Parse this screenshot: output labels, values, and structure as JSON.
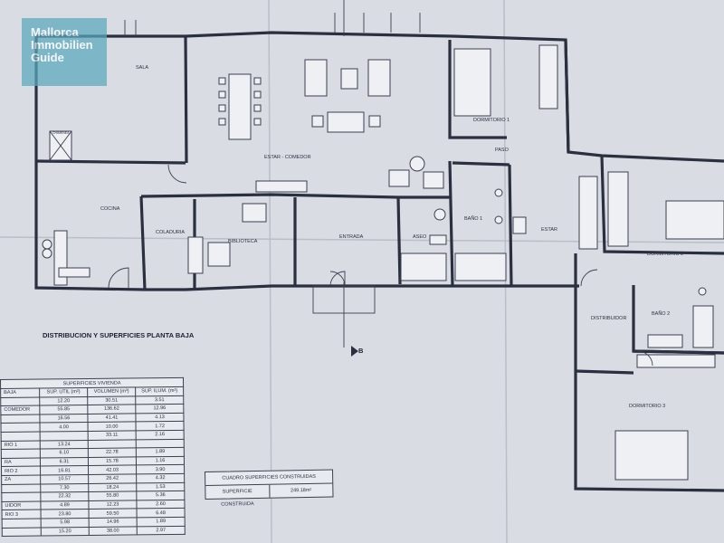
{
  "logo": {
    "lines": [
      "Mallorca",
      "Immobilien",
      "Guide"
    ]
  },
  "plan": {
    "title": "DISTRIBUCION Y SUPERFICIES PLANTA BAJA",
    "section_mark": "B",
    "rooms": {
      "sala": "SALA",
      "estar_comedor": "ESTAR - COMEDOR",
      "dormitorio1": "DORMITORIO 1",
      "paso": "PASO",
      "cocina": "COCINA",
      "coladuria": "COLADURIA",
      "biblioteca": "BIBLIOTECA",
      "entrada": "ENTRADA",
      "aseo": "ASEO",
      "bano1": "BAÑO 1",
      "estar": "ESTAR",
      "dormitorio2": "DORMITORIO 2",
      "distribuidor": "DISTRIBUIDOR",
      "bano2": "BAÑO 2",
      "dormitorio3": "DORMITORIO 3",
      "chimenea": "CHIMENEA"
    }
  },
  "surfaces": {
    "caption": "SUPERFICIES VIVIENDA",
    "headers": [
      "BAJA",
      "SUP. UTIL (m²)",
      "VOLUMEN (m³)",
      "SUP. ILUM. (m²)"
    ],
    "rows": [
      [
        "",
        "12.20",
        "30.51",
        "3.51"
      ],
      [
        "COMEDOR",
        "55.85",
        "136.62",
        "12.96"
      ],
      [
        "",
        "16.56",
        "41.41",
        "4.13"
      ],
      [
        "",
        "4.00",
        "10.00",
        "1.72"
      ],
      [
        "",
        "",
        "33.11",
        "2.16"
      ],
      [
        "RIO 1",
        "13.24",
        "",
        ""
      ],
      [
        "",
        "6.10",
        "22.78",
        "1.89"
      ],
      [
        "RA",
        "6.31",
        "15.78",
        "1.16"
      ],
      [
        "RIO 2",
        "16.81",
        "42.03",
        "3.90"
      ],
      [
        "ZA",
        "10.57",
        "26.42",
        "4.32"
      ],
      [
        "",
        "7.30",
        "18.24",
        "1.53"
      ],
      [
        "",
        "22.32",
        "55.80",
        "5.36"
      ],
      [
        "UIDOR",
        "4.89",
        "12.23",
        "2.60"
      ],
      [
        "RIO 3",
        "23.80",
        "59.50",
        "6.48"
      ],
      [
        "",
        "5.98",
        "14.96",
        "1.89"
      ],
      [
        "",
        "15.20",
        "38.00",
        "2.97"
      ]
    ]
  },
  "built": {
    "caption": "CUADRO SUPERFICIES CONSTRUIDAS",
    "label": "SUPERFICIE CONSTRUIDA",
    "value": "249.18m²"
  }
}
